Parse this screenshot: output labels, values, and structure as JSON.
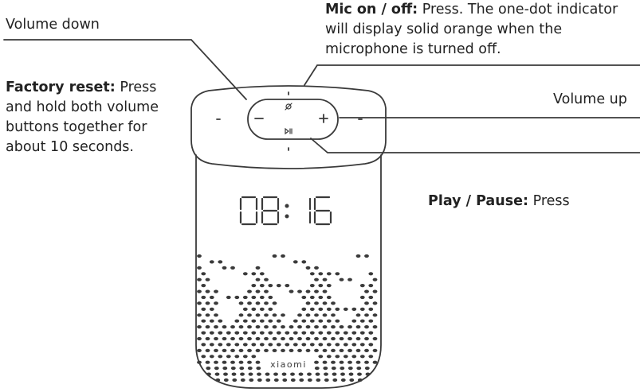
{
  "colors": {
    "ink": "#222222",
    "stroke": "#3a3a3a"
  },
  "labels": {
    "volume_down": "Volume down",
    "factory_reset": {
      "term": "Factory reset:",
      "desc": "Press and hold both volume buttons together for about 10 seconds."
    },
    "mic": {
      "term": "Mic on / off:",
      "desc": "Press. The one-dot indicator will display solid orange when the microphone is turned off."
    },
    "volume_up": "Volume up",
    "play_pause": {
      "term": "Play / Pause:",
      "desc": "Press"
    }
  },
  "speaker": {
    "clock_display": "08:16",
    "brand": "XIAOMI",
    "button_glyphs": {
      "minus": "−",
      "plus": "+",
      "play": "▶||",
      "mic": "⌀"
    }
  }
}
